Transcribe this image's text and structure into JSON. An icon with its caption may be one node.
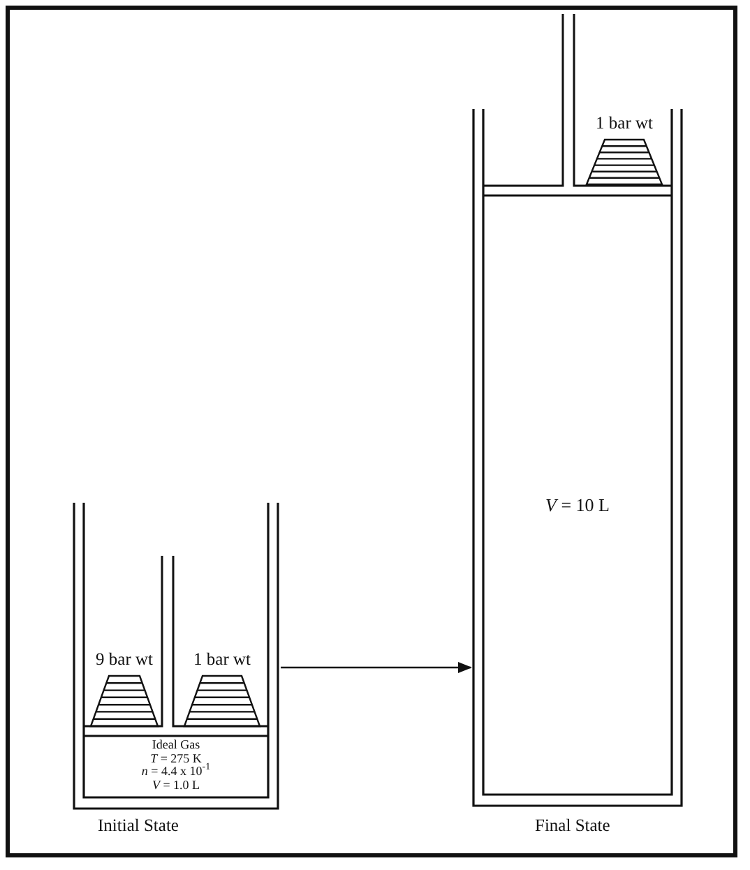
{
  "diagram": {
    "nodes": [
      {
        "text": [],
        "shape": "cylinder",
        "beside": [
          "Initial State"
        ]
      },
      {
        "text": [
          "9 bar wt"
        ],
        "in": 0
      },
      {
        "text": [
          "1 bar wt"
        ],
        "in": 0
      },
      {
        "text": [
          "Ideal Gas",
          "*T* = 275 K",
          "*n* = 4.4 x 10$^{-1}$",
          "*V* = 1.0 L"
        ],
        "in": 0
      },
      {
        "text": [],
        "shape": "cylinder",
        "beside": [
          "Final State"
        ]
      },
      {
        "text": [
          "1 bar wt"
        ],
        "in": 4
      },
      {
        "text": [
          "*V* = 10 L"
        ],
        "in": 4
      }
    ],
    "edges": [
      {
        "from": 0,
        "to": 4,
        "arrow": "to"
      }
    ]
  }
}
